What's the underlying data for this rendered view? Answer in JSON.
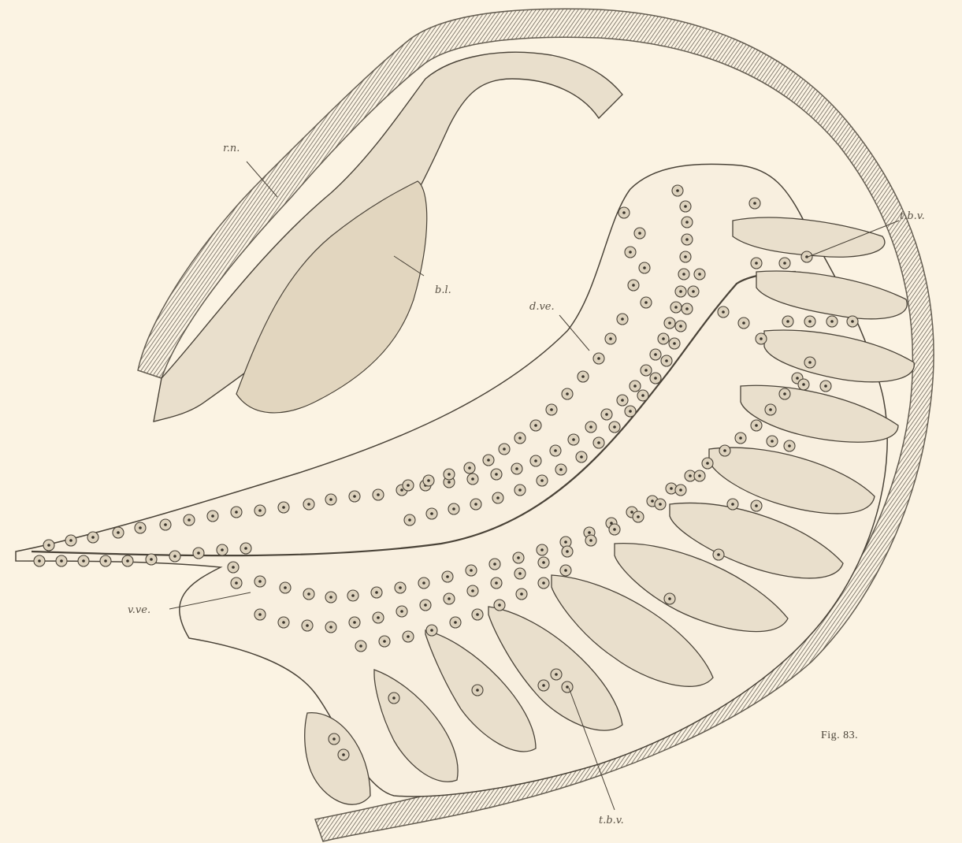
{
  "figure": {
    "number": "Fig. 83.",
    "labels": {
      "rn": "r.n.",
      "bl": "b.l.",
      "dve": "d.ve.",
      "vve": "v.ve.",
      "tbv_top": "t.b.v.",
      "tbv_bottom": "t.b.v."
    }
  },
  "colors": {
    "background": "#fbf3e3",
    "ink": "#4a4338",
    "tissue_fill": "#e9dfcc",
    "cell_fill": "#ddd2bd",
    "epithelium_hatch": "#3a342b"
  }
}
